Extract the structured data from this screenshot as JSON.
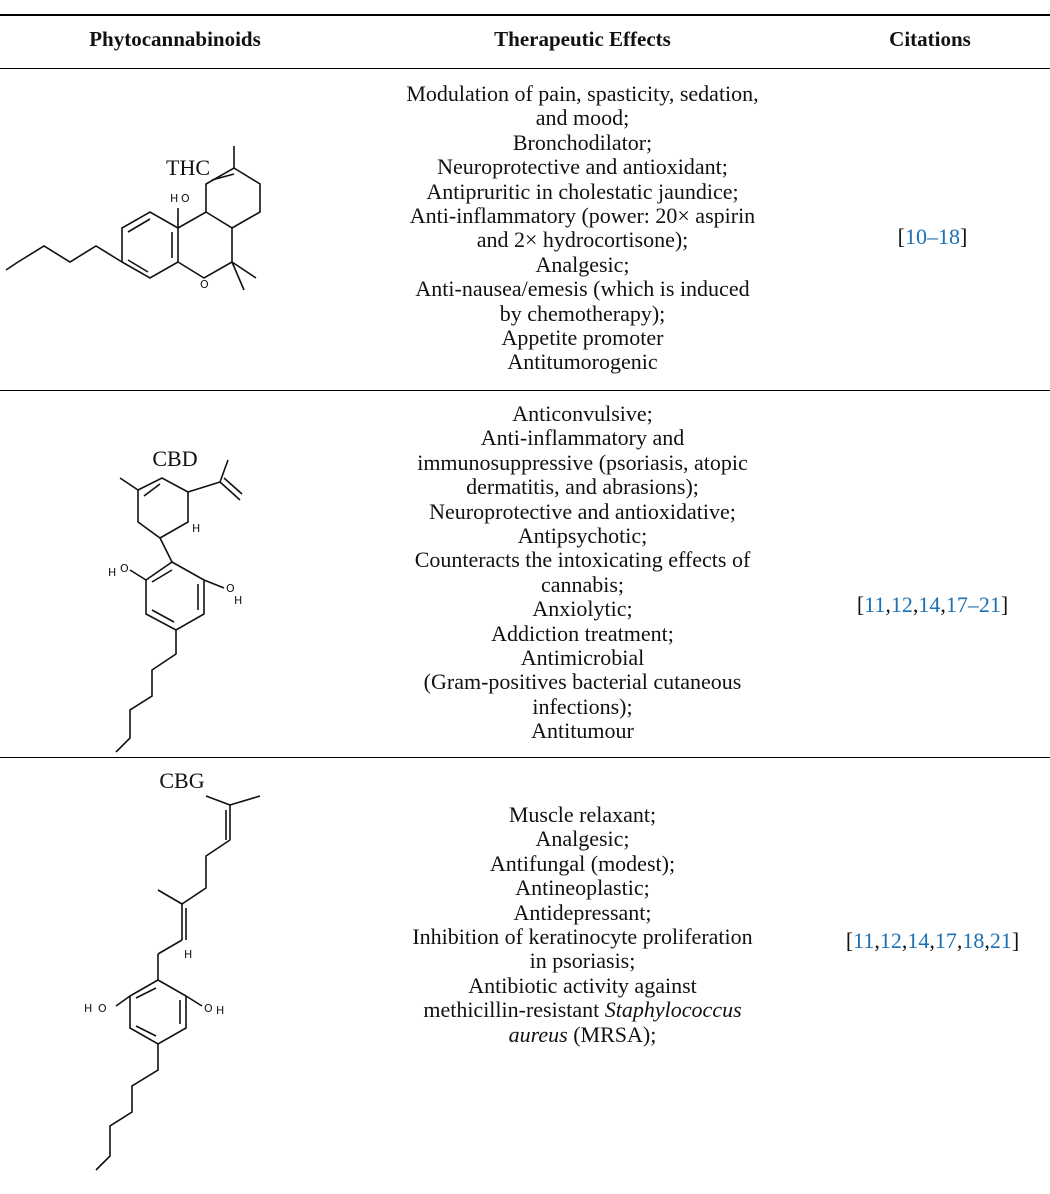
{
  "table": {
    "headers": [
      "Phytocannabinoids",
      "Therapeutic Effects",
      "Citations"
    ],
    "rows": [
      {
        "name": "THC",
        "atoms": {
          "h": "H",
          "o1": "O",
          "o2": "O"
        },
        "effects": [
          "Modulation of pain, spasticity, sedation,",
          "and mood;",
          "Bronchodilator;",
          "Neuroprotective and antioxidant;",
          "Antipruritic in cholestatic jaundice;",
          "Anti-inflammatory (power: 20× aspirin",
          "and 2× hydrocortisone);",
          "Analgesic;",
          "Anti-nausea/emesis (which is induced",
          "by chemotherapy);",
          "Appetite promoter",
          "Antitumorogenic"
        ],
        "citations": {
          "open": "[",
          "ref1": "10",
          "dash": "–",
          "ref2": "18",
          "close": "]"
        }
      },
      {
        "name": "CBD",
        "atoms": {
          "h1": "H",
          "o1": "O",
          "o2": "O",
          "h2": "H",
          "h3": "H"
        },
        "effects": [
          "Anticonvulsive;",
          "Anti-inflammatory and",
          "immunosuppressive (psoriasis, atopic",
          "dermatitis, and abrasions);",
          "Neuroprotective and antioxidative;",
          "Antipsychotic;",
          "Counteracts the intoxicating effects of",
          "cannabis;",
          "Anxiolytic;",
          "Addiction treatment;",
          "Antimicrobial",
          "(Gram-positives bacterial cutaneous",
          "infections);",
          "Antitumour"
        ],
        "citations": {
          "open": "[",
          "ref1": "11",
          "c1": ",",
          "ref2": "12",
          "c2": ",",
          "ref3": "14",
          "c3": ",",
          "ref4": "17",
          "dash": "–",
          "ref5": "21",
          "close": "]"
        }
      },
      {
        "name": "CBG",
        "atoms": {
          "h1": "H",
          "o1": "O",
          "o2": "O",
          "h2": "H",
          "h3": "H"
        },
        "effects": [
          "Muscle relaxant;",
          "Analgesic;",
          "Antifungal (modest);",
          "Antineoplastic;",
          "Antidepressant;",
          "Inhibition of keratinocyte proliferation",
          "in psoriasis;",
          "Antibiotic activity against",
          "methicillin-resistant ",
          "Staphylococcus",
          "aureus",
          " (MRSA);"
        ],
        "citations": {
          "open": "[",
          "ref1": "11",
          "c1": ",",
          "ref2": "12",
          "c2": ",",
          "ref3": "14",
          "c3": ",",
          "ref4": "17",
          "c4": ",",
          "ref5": "18",
          "c5": ",",
          "ref6": "21",
          "close": "]"
        }
      }
    ]
  }
}
